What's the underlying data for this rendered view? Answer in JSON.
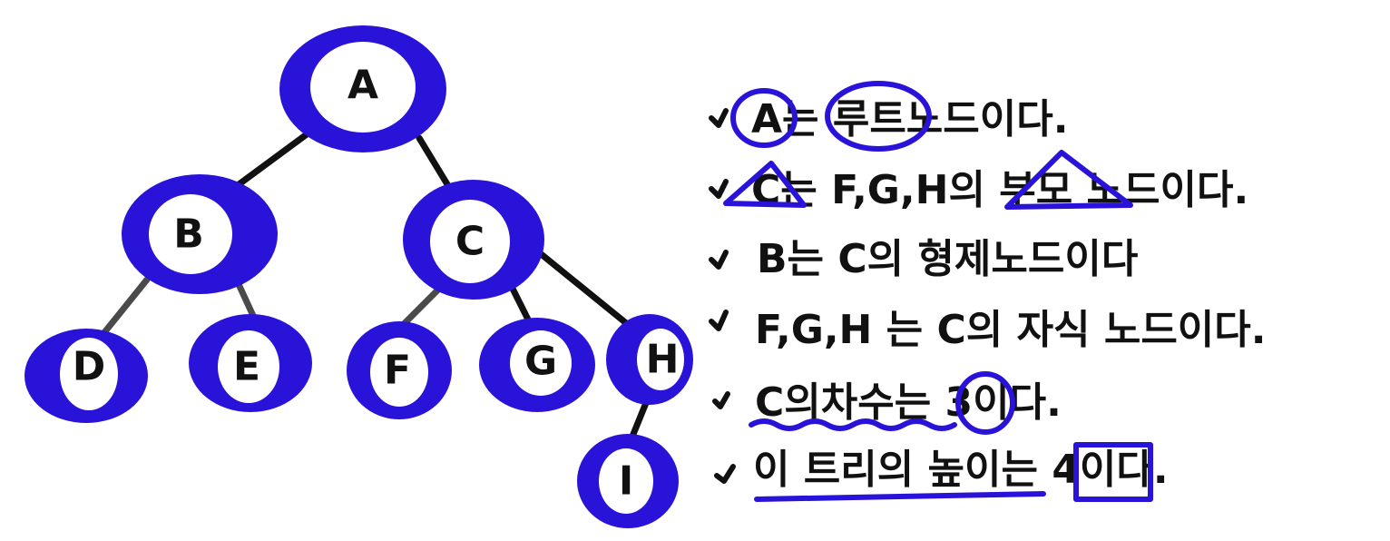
{
  "tree": {
    "nodes": [
      {
        "id": "A",
        "label": "A"
      },
      {
        "id": "B",
        "label": "B"
      },
      {
        "id": "C",
        "label": "C"
      },
      {
        "id": "D",
        "label": "D"
      },
      {
        "id": "E",
        "label": "E"
      },
      {
        "id": "F",
        "label": "F"
      },
      {
        "id": "G",
        "label": "G"
      },
      {
        "id": "H",
        "label": "H"
      },
      {
        "id": "I",
        "label": "I"
      }
    ],
    "edges": [
      [
        "A",
        "B"
      ],
      [
        "A",
        "C"
      ],
      [
        "B",
        "D"
      ],
      [
        "B",
        "E"
      ],
      [
        "C",
        "F"
      ],
      [
        "C",
        "G"
      ],
      [
        "C",
        "H"
      ],
      [
        "H",
        "I"
      ]
    ]
  },
  "statements": [
    "A는 루트노드이다.",
    "C는 F,G,H의 부모 노드이다.",
    "B는 C의 형제노드이다",
    "F,G,H 는 C의 자식 노드이다.",
    "C의차수는 3이다.",
    "이 트리의 높이는 4이다."
  ],
  "colors": {
    "node_fill": "#2a13d8",
    "annotation": "#2a13d8",
    "text": "#111111"
  }
}
